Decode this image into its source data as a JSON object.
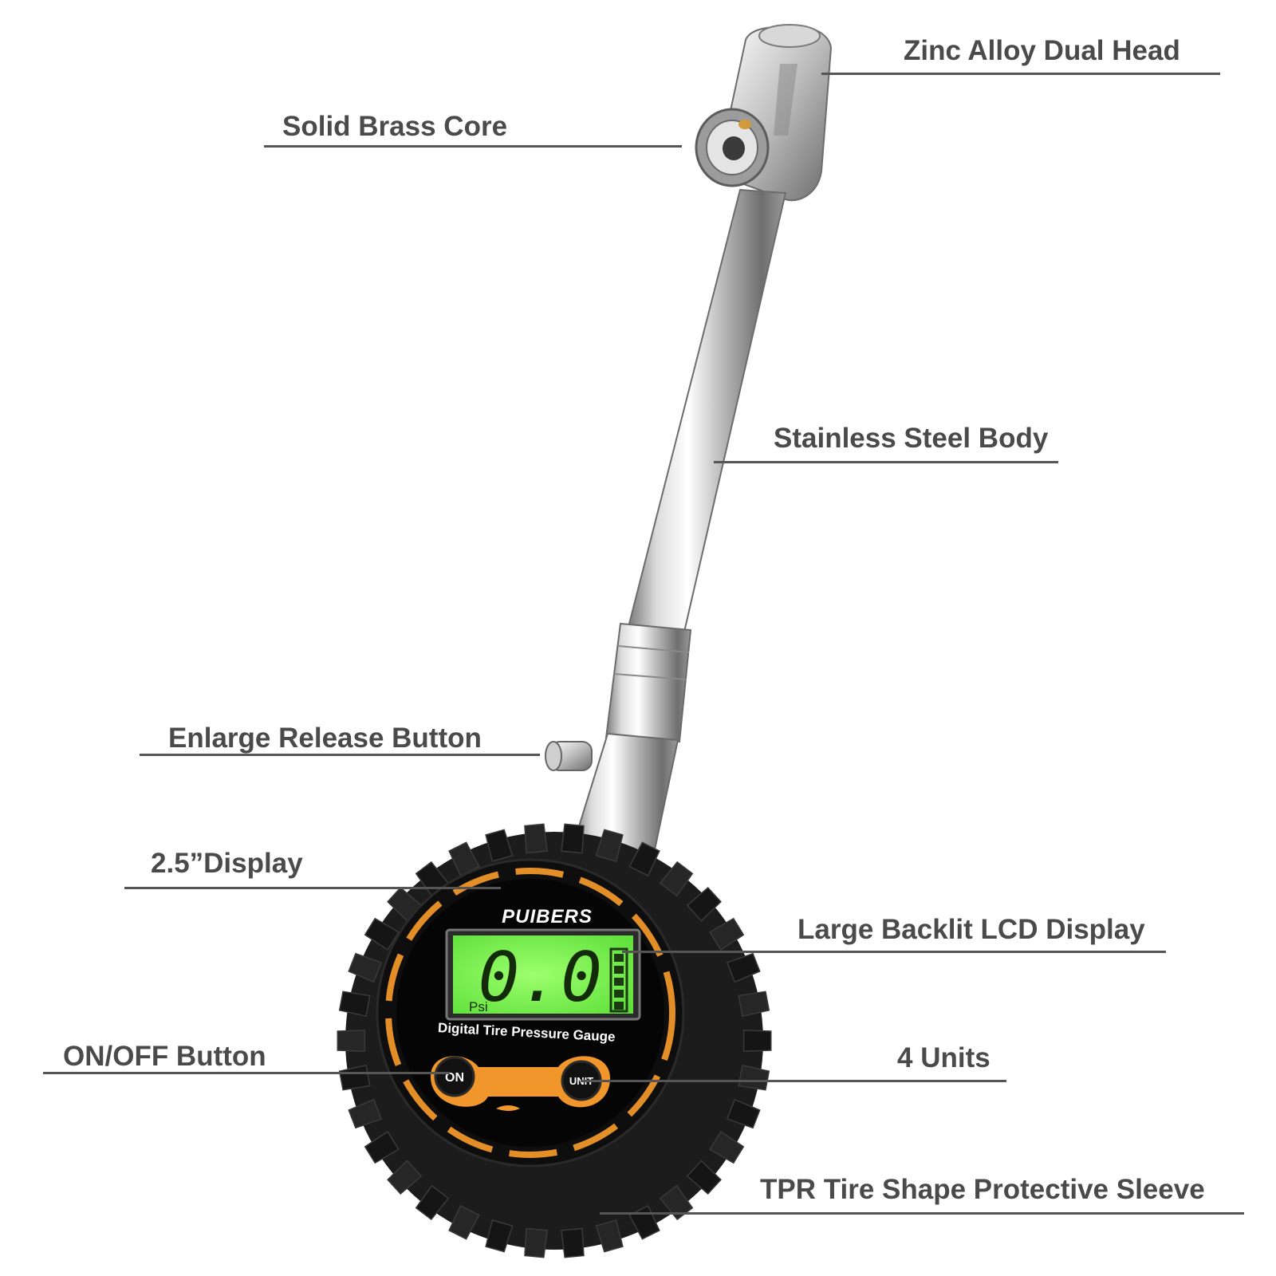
{
  "labels": {
    "zinc_head": "Zinc Alloy Dual Head",
    "brass_core": "Solid Brass Core",
    "steel_body": "Stainless Steel Body",
    "release_button": "Enlarge Release Button",
    "display_size": "2.5”Display",
    "lcd_display": "Large Backlit LCD Display",
    "onoff_button": "ON/OFF Button",
    "units": "4 Units",
    "sleeve": "TPR Tire Shape Protective Sleeve"
  },
  "gauge": {
    "brand": "PUIBERS",
    "reading": "0.0",
    "unit": "Psi",
    "caption": "Digital Tire Pressure Gauge",
    "on_label": "ON",
    "unit_label": "UNIT"
  },
  "colors": {
    "label_text": "#4a4a4a",
    "leader_line": "#555555",
    "lcd_green": "#7dfa4e",
    "accent_orange": "#f0962a",
    "rubber_black": "#1c1c1c"
  }
}
